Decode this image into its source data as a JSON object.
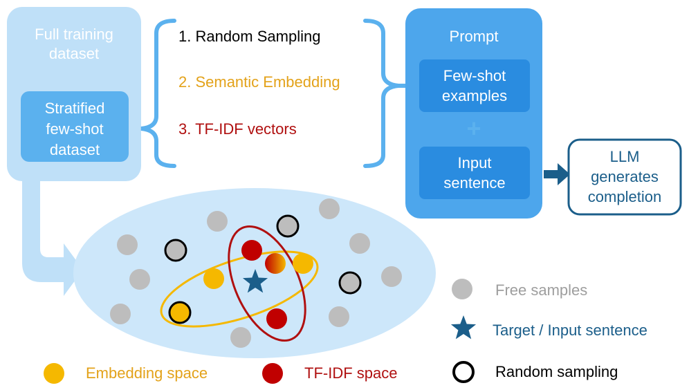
{
  "full_dataset": {
    "line1": "Full training",
    "line2": "dataset"
  },
  "stratified": {
    "line1": "Stratified",
    "line2": "few-shot",
    "line3": "dataset"
  },
  "methods": [
    {
      "label": "1. Random Sampling",
      "color": "#000000"
    },
    {
      "label": "2. Semantic Embedding",
      "color": "#E3A21A"
    },
    {
      "label": "3. TF-IDF vectors",
      "color": "#B01010"
    }
  ],
  "prompt": {
    "title": "Prompt",
    "few_shot": {
      "line1": "Few-shot",
      "line2": "examples"
    },
    "plus": "+",
    "input": {
      "line1": "Input",
      "line2": "sentence"
    }
  },
  "llm": {
    "line1": "LLM",
    "line2": "generates",
    "line3": "completion"
  },
  "legend": {
    "free_samples": "Free samples",
    "target": "Target / Input sentence",
    "embedding_space": "Embedding space",
    "tfidf_space": "TF-IDF space",
    "random_sampling": "Random sampling"
  },
  "colors": {
    "light_blue": "#BFE0F8",
    "mid_blue": "#5BB1EE",
    "prompt_blue": "#4DA6EC",
    "box_blue": "#2A8CE0",
    "dark_blue": "#1B5E8A",
    "gray": "#BDBDBD",
    "orange": "#F5B800",
    "red": "#C00000",
    "star": "#1B5E8A",
    "ellipse": "#CDE7FA"
  },
  "icons": {
    "star": "star-icon",
    "free_dot": "gray-dot-icon",
    "embed_dot": "orange-dot-icon",
    "tfidf_dot": "red-dot-icon",
    "random_ring": "black-ring-icon"
  }
}
